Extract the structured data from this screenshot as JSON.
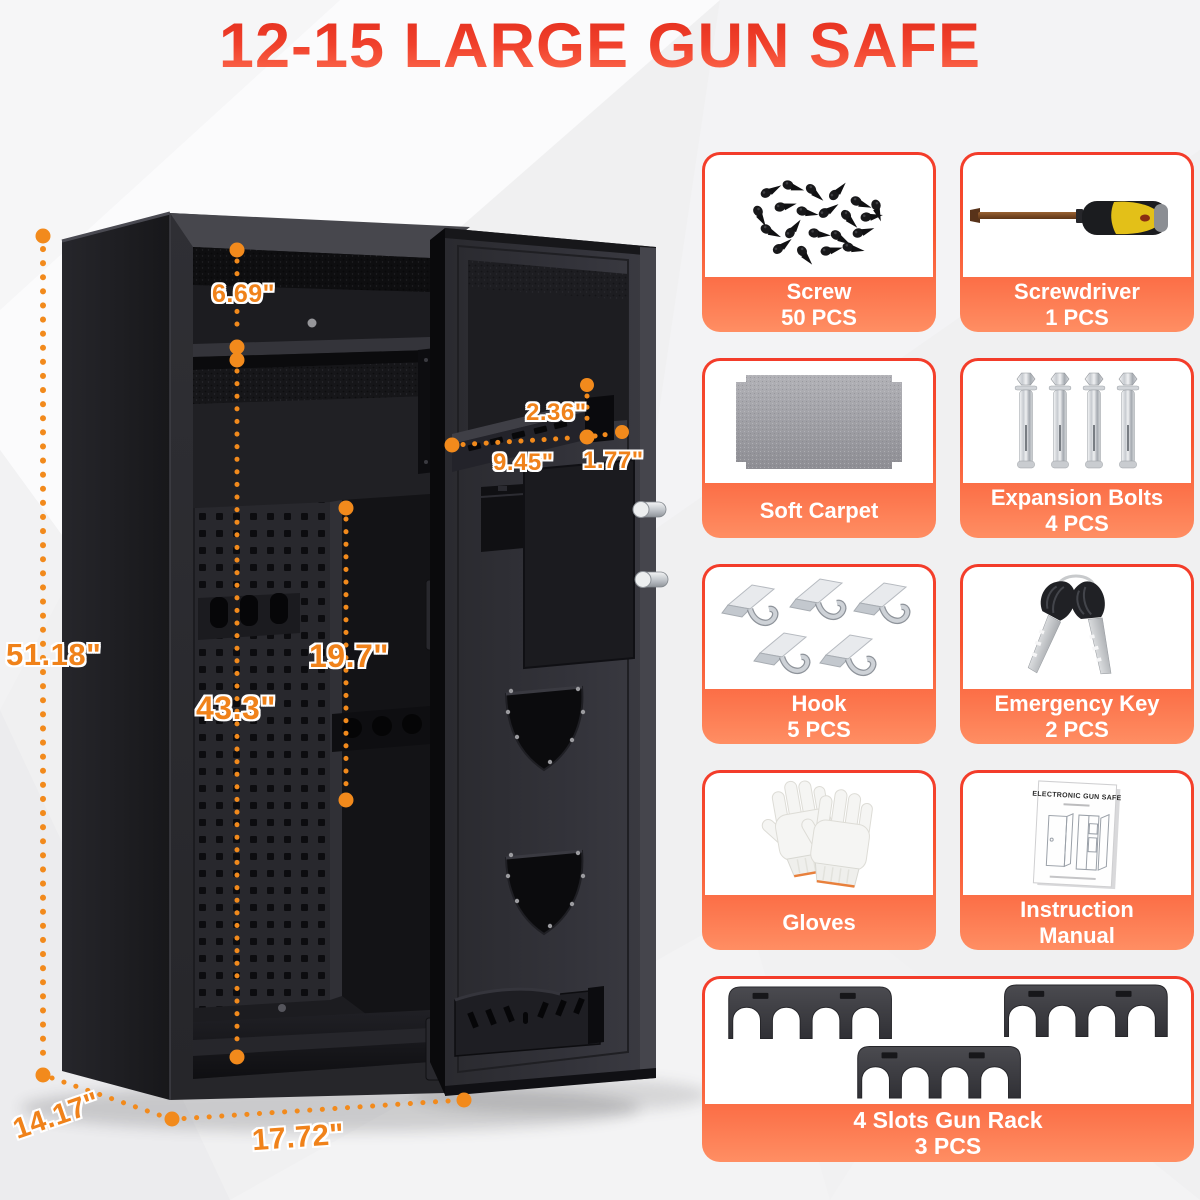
{
  "title": "12-15 LARGE GUN SAFE",
  "dimensions": {
    "shelf_to_top": "6.69\"",
    "overall_height": "51.18\"",
    "interior_height": "43.3\"",
    "under_shelf_height": "19.7\"",
    "door_box_height": "2.36\"",
    "door_shelf_width": "9.45\"",
    "door_box_width": "1.77\"",
    "base_depth": "14.17\"",
    "base_width": "17.72\""
  },
  "accessories": [
    {
      "name": "Screw",
      "qty": "50 PCS"
    },
    {
      "name": "Screwdriver",
      "qty": "1 PCS"
    },
    {
      "name": "Soft Carpet",
      "qty": ""
    },
    {
      "name": "Expansion Bolts",
      "qty": "4 PCS"
    },
    {
      "name": "Hook",
      "qty": "5 PCS"
    },
    {
      "name": "Emergency Key",
      "qty": "2 PCS"
    },
    {
      "name": "Gloves",
      "qty": ""
    },
    {
      "name": "Instruction Manual",
      "qty": ""
    },
    {
      "name": "4 Slots Gun Rack",
      "qty": "3 PCS"
    }
  ],
  "manual_cover_title": "ELECTRONIC GUN SAFE",
  "colors": {
    "accent_orange": "#F28A1C",
    "dimension_text": "#F0821A",
    "card_gradient_top": "#F33B2A",
    "card_gradient_bottom": "#FF8E63",
    "title_gradient_top": "#E22C1C",
    "title_gradient_bottom": "#FF7255",
    "safe_body": "#26262B",
    "background": "#F0F0F1"
  }
}
